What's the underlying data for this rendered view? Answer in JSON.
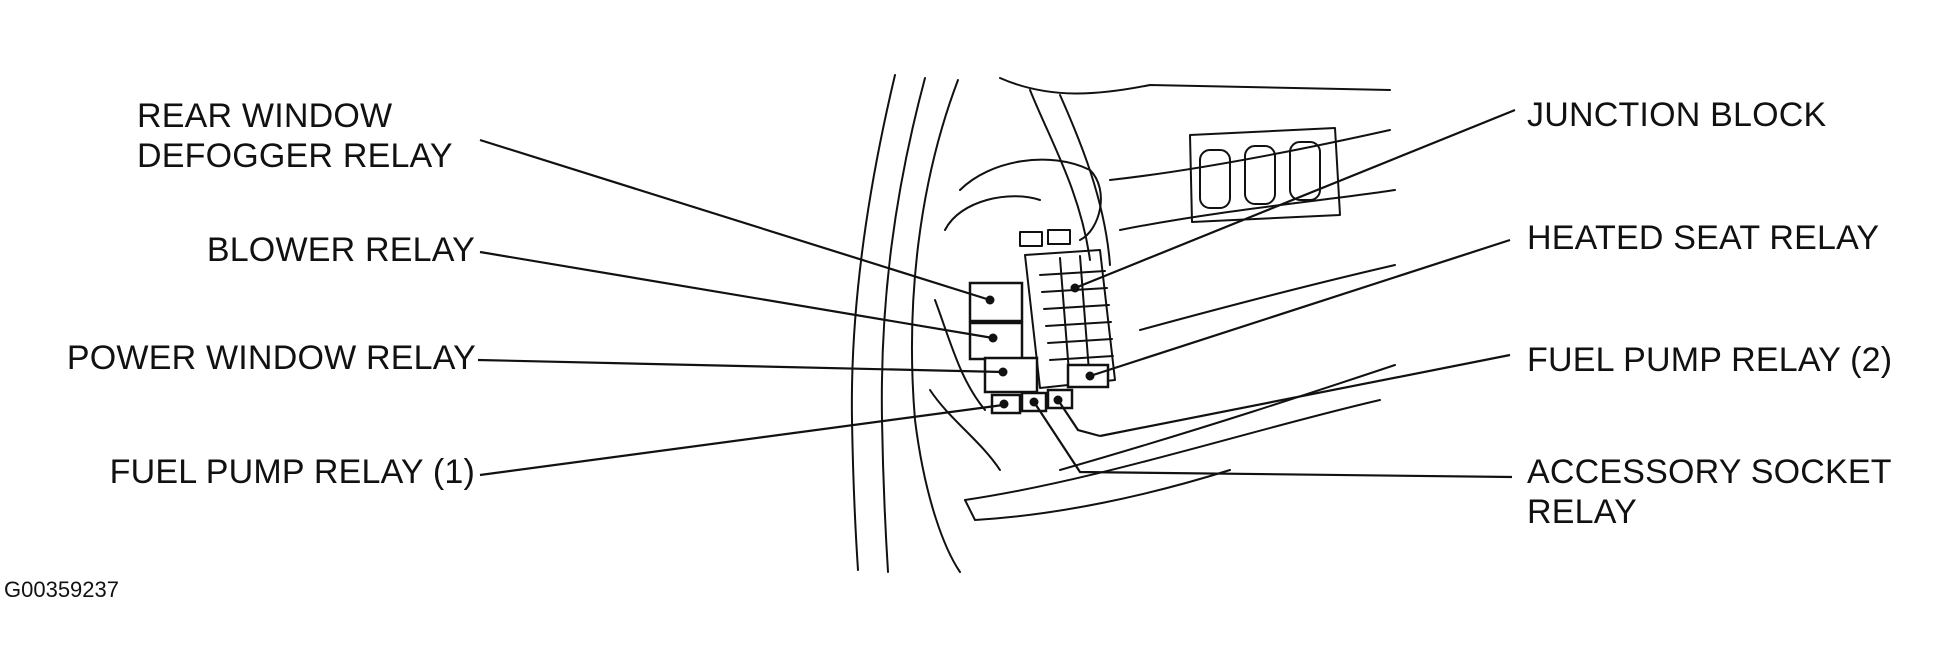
{
  "labels": {
    "rear_window_defogger_relay": [
      "REAR WINDOW",
      "DEFOGGER RELAY"
    ],
    "blower_relay": "BLOWER RELAY",
    "power_window_relay": "POWER WINDOW RELAY",
    "fuel_pump_relay_1": "FUEL PUMP RELAY (1)",
    "junction_block": "JUNCTION BLOCK",
    "heated_seat_relay": "HEATED SEAT RELAY",
    "fuel_pump_relay_2": "FUEL PUMP RELAY (2)",
    "accessory_socket_relay": [
      "ACCESSORY SOCKET",
      "RELAY"
    ]
  },
  "figure_code": "G00359237",
  "colors": {
    "ink": "#111111",
    "background": "#ffffff"
  }
}
